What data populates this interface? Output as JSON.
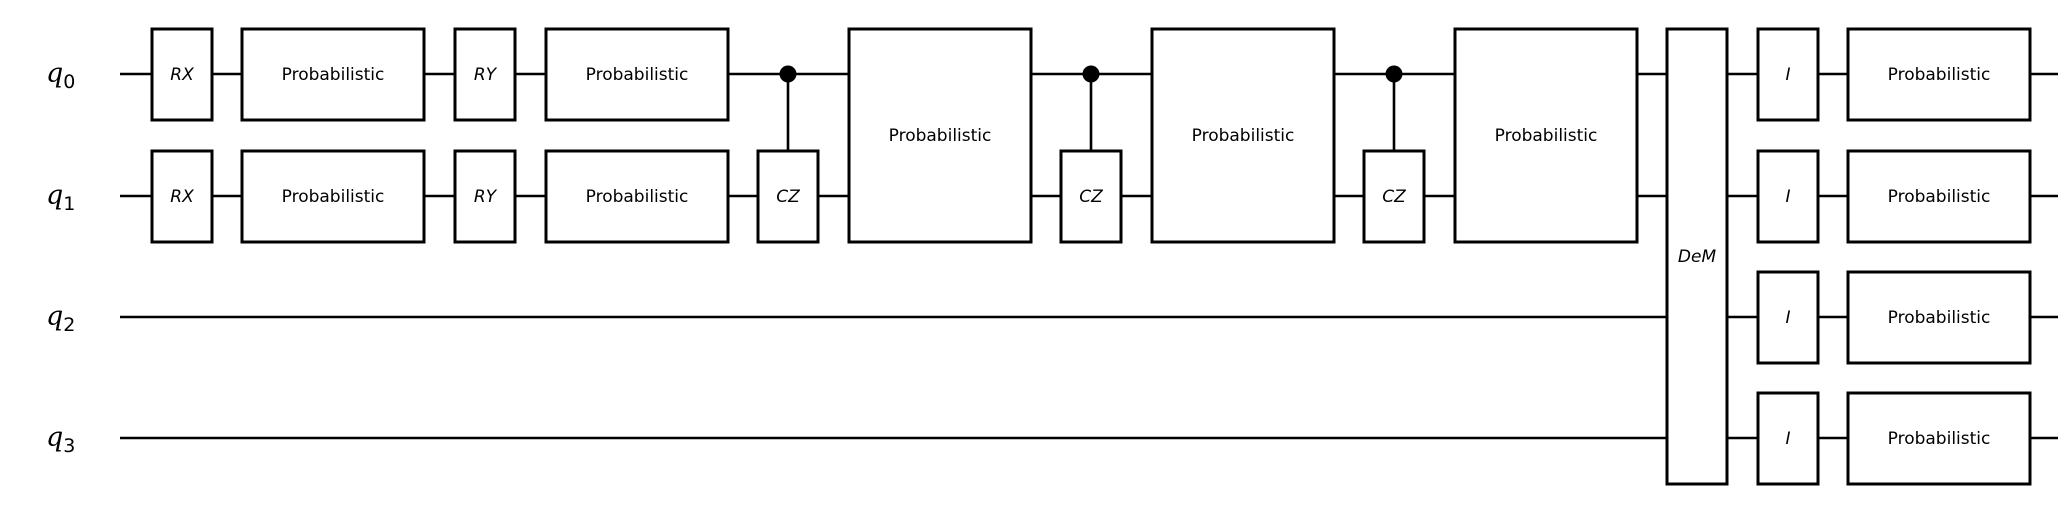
{
  "qubits": [
    {
      "name": "q",
      "index": "0"
    },
    {
      "name": "q",
      "index": "1"
    },
    {
      "name": "q",
      "index": "2"
    },
    {
      "name": "q",
      "index": "3"
    }
  ],
  "gates": {
    "rx": "RX",
    "ry": "RY",
    "cz": "CZ",
    "identity": "I",
    "dem": "DeM",
    "probabilistic": "Probabilistic"
  }
}
